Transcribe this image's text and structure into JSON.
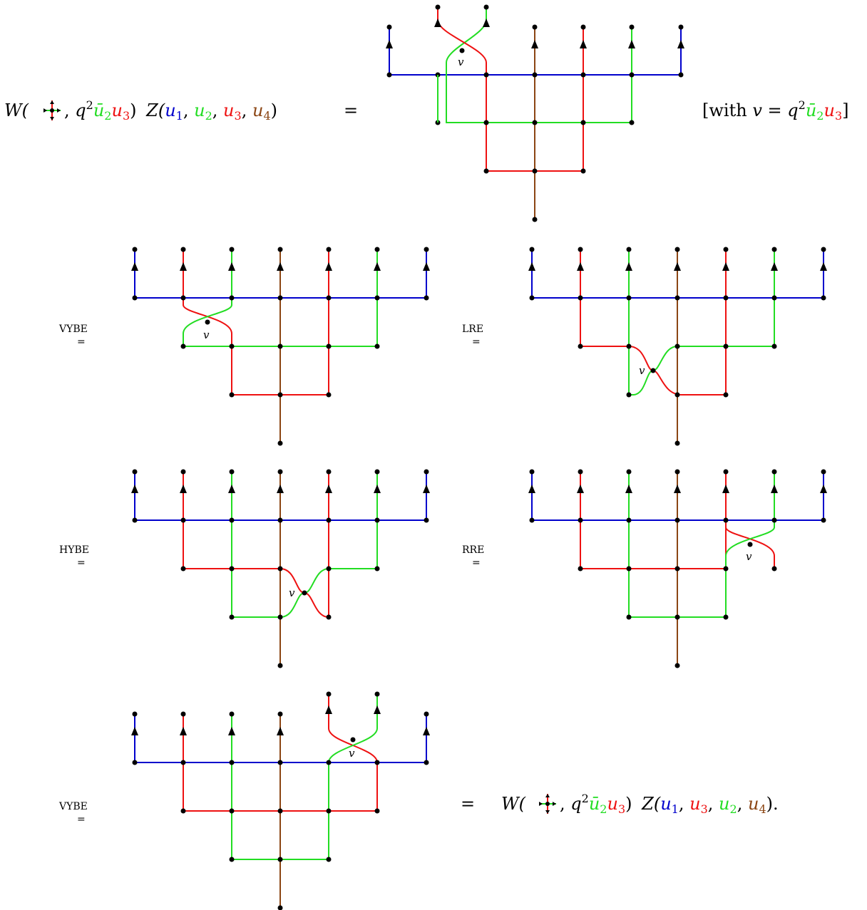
{
  "colors": {
    "u1": "#0000cc",
    "u2": "#22dd22",
    "u3": "#ee1111",
    "u4": "#8b4513",
    "ink": "#000000"
  },
  "equation_start": {
    "W": "W(",
    "arg_sep": ", ",
    "q": "q",
    "q_exp": "2",
    "u2bar": "ū",
    "u2bar_sub": "2",
    "u3": "u",
    "u3_sub": "3",
    "close": ")",
    "Z": "Z(",
    "Z_args": [
      "u1",
      "u2",
      "u3",
      "u4"
    ],
    "Z_close": ")"
  },
  "equals": "=",
  "with_note": {
    "open": "[with ",
    "v": "v",
    "eq": " = ",
    "close": "]"
  },
  "vertex_label": "v",
  "steps": [
    {
      "relation": "VYBE"
    },
    {
      "relation": "LRE"
    },
    {
      "relation": "HYBE"
    },
    {
      "relation": "RRE"
    },
    {
      "relation": "VYBE"
    }
  ],
  "equation_end": {
    "Z_args": [
      "u1",
      "u3",
      "u2",
      "u4"
    ],
    "final_close": ")."
  }
}
